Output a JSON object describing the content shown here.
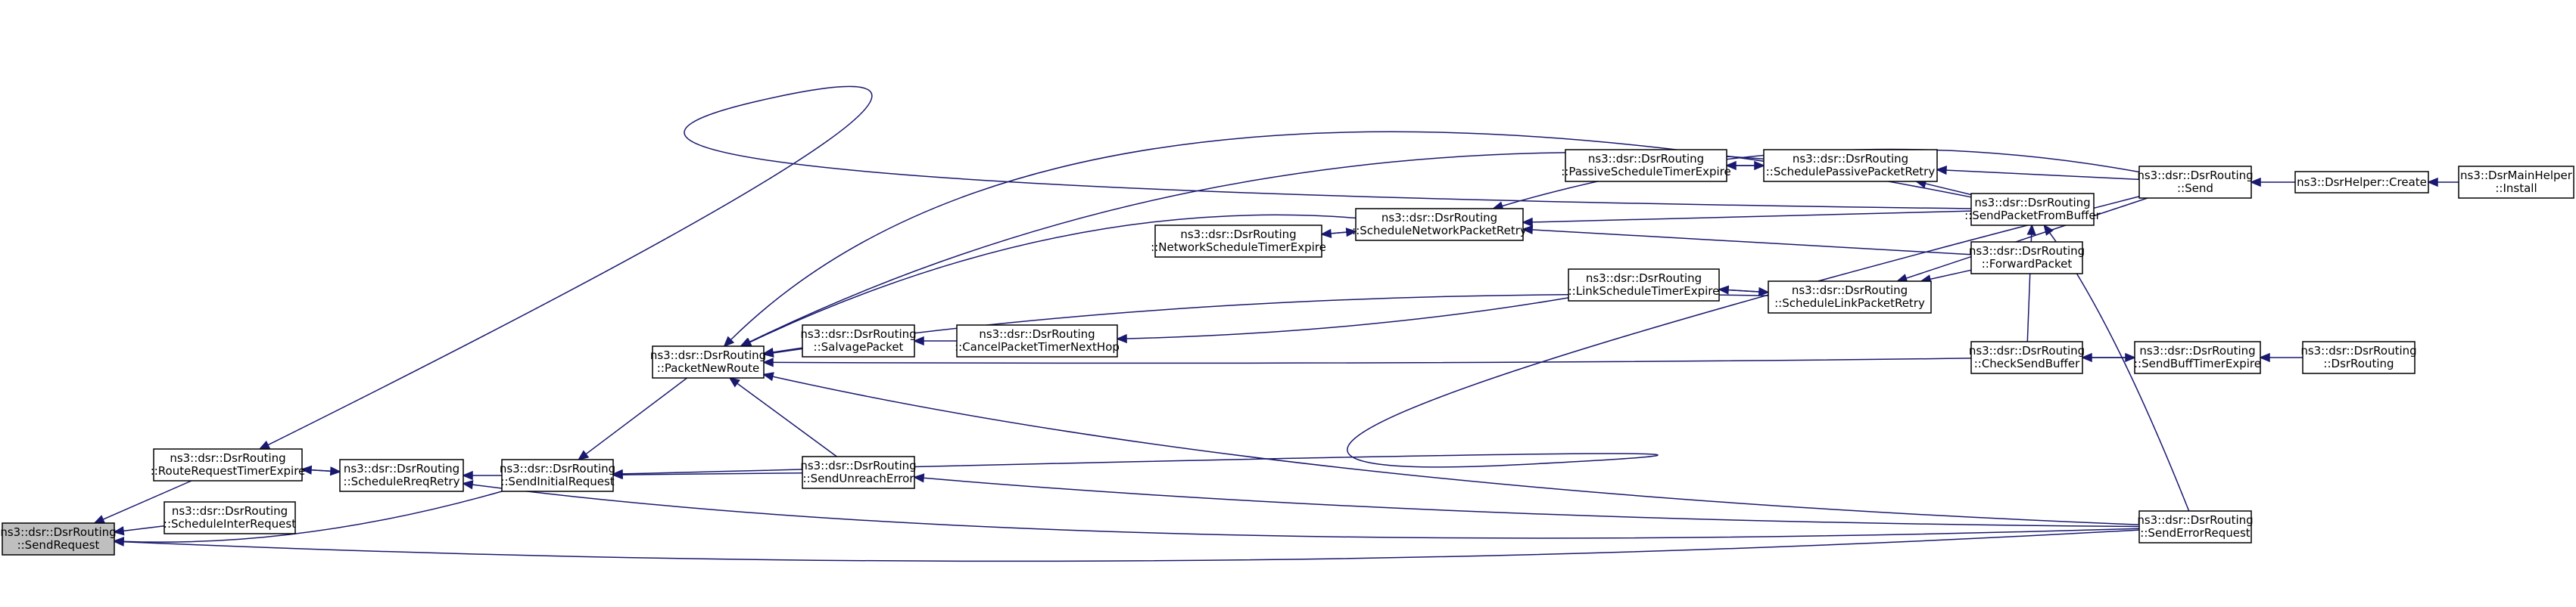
{
  "colors": {
    "edge": "#191970",
    "node_border": "#000000",
    "node_fill": "#ffffff",
    "highlight_fill": "#bfbfbf",
    "background": "#ffffff"
  },
  "nodes": [
    {
      "id": "sendRequest",
      "line1": "ns3::dsr::DsrRouting",
      "line2": "::SendRequest",
      "highlight": true
    },
    {
      "id": "routeRequestTimerExpire",
      "line1": "ns3::dsr::DsrRouting",
      "line2": "::RouteRequestTimerExpire"
    },
    {
      "id": "scheduleInterRequest",
      "line1": "ns3::dsr::DsrRouting",
      "line2": "::ScheduleInterRequest"
    },
    {
      "id": "scheduleRreqRetry",
      "line1": "ns3::dsr::DsrRouting",
      "line2": "::ScheduleRreqRetry"
    },
    {
      "id": "sendInitialRequest",
      "line1": "ns3::dsr::DsrRouting",
      "line2": "::SendInitialRequest"
    },
    {
      "id": "packetNewRoute",
      "line1": "ns3::dsr::DsrRouting",
      "line2": "::PacketNewRoute"
    },
    {
      "id": "salvagePacket",
      "line1": "ns3::dsr::DsrRouting",
      "line2": "::SalvagePacket"
    },
    {
      "id": "sendUnreachError",
      "line1": "ns3::dsr::DsrRouting",
      "line2": "::SendUnreachError"
    },
    {
      "id": "cancelPacketTimerNextHop",
      "line1": "ns3::dsr::DsrRouting",
      "line2": "::CancelPacketTimerNextHop"
    },
    {
      "id": "networkScheduleTimerExpire",
      "line1": "ns3::dsr::DsrRouting",
      "line2": "::NetworkScheduleTimerExpire"
    },
    {
      "id": "scheduleNetworkPacketRetry",
      "line1": "ns3::dsr::DsrRouting",
      "line2": "::ScheduleNetworkPacketRetry"
    },
    {
      "id": "passiveScheduleTimerExpire",
      "line1": "ns3::dsr::DsrRouting",
      "line2": "::PassiveScheduleTimerExpire"
    },
    {
      "id": "linkScheduleTimerExpire",
      "line1": "ns3::dsr::DsrRouting",
      "line2": "::LinkScheduleTimerExpire"
    },
    {
      "id": "schedulePassivePacketRetry",
      "line1": "ns3::dsr::DsrRouting",
      "line2": "::SchedulePassivePacketRetry"
    },
    {
      "id": "scheduleLinkPacketRetry",
      "line1": "ns3::dsr::DsrRouting",
      "line2": "::ScheduleLinkPacketRetry"
    },
    {
      "id": "sendPacketFromBuffer",
      "line1": "ns3::dsr::DsrRouting",
      "line2": "::SendPacketFromBuffer"
    },
    {
      "id": "forwardPacket",
      "line1": "ns3::dsr::DsrRouting",
      "line2": "::ForwardPacket"
    },
    {
      "id": "checkSendBuffer",
      "line1": "ns3::dsr::DsrRouting",
      "line2": "::CheckSendBuffer"
    },
    {
      "id": "send",
      "line1": "ns3::dsr::DsrRouting",
      "line2": "::Send"
    },
    {
      "id": "sendBuffTimerExpire",
      "line1": "ns3::dsr::DsrRouting",
      "line2": "::SendBuffTimerExpire"
    },
    {
      "id": "sendErrorRequest",
      "line1": "ns3::dsr::DsrRouting",
      "line2": "::SendErrorRequest"
    },
    {
      "id": "dsrHelperCreate",
      "line1": "ns3::DsrHelper::Create",
      "line2": ""
    },
    {
      "id": "dsrMainHelperInstall",
      "line1": "ns3::DsrMainHelper",
      "line2": "::Install"
    },
    {
      "id": "dsrRoutingCtor",
      "line1": "ns3::dsr::DsrRouting",
      "line2": "::DsrRouting"
    }
  ],
  "edges": [
    {
      "from": "routeRequestTimerExpire",
      "to": "sendRequest"
    },
    {
      "from": "scheduleInterRequest",
      "to": "sendRequest"
    },
    {
      "from": "sendInitialRequest",
      "to": "sendRequest"
    },
    {
      "from": "sendErrorRequest",
      "to": "sendRequest"
    },
    {
      "from": "scheduleRreqRetry",
      "to": "routeRequestTimerExpire"
    },
    {
      "from": "sendPacketFromBuffer",
      "to": "routeRequestTimerExpire"
    },
    {
      "from": "routeRequestTimerExpire",
      "to": "scheduleRreqRetry"
    },
    {
      "from": "sendInitialRequest",
      "to": "scheduleRreqRetry"
    },
    {
      "from": "sendErrorRequest",
      "to": "scheduleRreqRetry"
    },
    {
      "from": "packetNewRoute",
      "to": "sendInitialRequest"
    },
    {
      "from": "sendUnreachError",
      "to": "sendInitialRequest"
    },
    {
      "from": "send",
      "to": "sendInitialRequest"
    },
    {
      "from": "salvagePacket",
      "to": "packetNewRoute"
    },
    {
      "from": "sendUnreachError",
      "to": "packetNewRoute"
    },
    {
      "from": "checkSendBuffer",
      "to": "packetNewRoute"
    },
    {
      "from": "sendErrorRequest",
      "to": "packetNewRoute"
    },
    {
      "from": "sendPacketFromBuffer",
      "to": "packetNewRoute"
    },
    {
      "from": "schedulePassivePacketRetry",
      "to": "packetNewRoute"
    },
    {
      "from": "scheduleNetworkPacketRetry",
      "to": "packetNewRoute"
    },
    {
      "from": "scheduleLinkPacketRetry",
      "to": "packetNewRoute"
    },
    {
      "from": "cancelPacketTimerNextHop",
      "to": "salvagePacket"
    },
    {
      "from": "linkScheduleTimerExpire",
      "to": "cancelPacketTimerNextHop"
    },
    {
      "from": "sendErrorRequest",
      "to": "sendUnreachError"
    },
    {
      "from": "scheduleNetworkPacketRetry",
      "to": "networkScheduleTimerExpire"
    },
    {
      "from": "networkScheduleTimerExpire",
      "to": "scheduleNetworkPacketRetry"
    },
    {
      "from": "sendPacketFromBuffer",
      "to": "scheduleNetworkPacketRetry"
    },
    {
      "from": "forwardPacket",
      "to": "scheduleNetworkPacketRetry"
    },
    {
      "from": "send",
      "to": "scheduleNetworkPacketRetry"
    },
    {
      "from": "schedulePassivePacketRetry",
      "to": "passiveScheduleTimerExpire"
    },
    {
      "from": "passiveScheduleTimerExpire",
      "to": "schedulePassivePacketRetry"
    },
    {
      "from": "send",
      "to": "schedulePassivePacketRetry"
    },
    {
      "from": "sendPacketFromBuffer",
      "to": "schedulePassivePacketRetry"
    },
    {
      "from": "scheduleLinkPacketRetry",
      "to": "linkScheduleTimerExpire"
    },
    {
      "from": "linkScheduleTimerExpire",
      "to": "scheduleLinkPacketRetry"
    },
    {
      "from": "send",
      "to": "scheduleLinkPacketRetry"
    },
    {
      "from": "forwardPacket",
      "to": "scheduleLinkPacketRetry"
    },
    {
      "from": "checkSendBuffer",
      "to": "sendPacketFromBuffer"
    },
    {
      "from": "sendErrorRequest",
      "to": "sendPacketFromBuffer"
    },
    {
      "from": "dsrHelperCreate",
      "to": "send"
    },
    {
      "from": "dsrMainHelperInstall",
      "to": "dsrHelperCreate"
    },
    {
      "from": "sendBuffTimerExpire",
      "to": "checkSendBuffer"
    },
    {
      "from": "checkSendBuffer",
      "to": "sendBuffTimerExpire"
    },
    {
      "from": "dsrRoutingCtor",
      "to": "sendBuffTimerExpire"
    }
  ]
}
